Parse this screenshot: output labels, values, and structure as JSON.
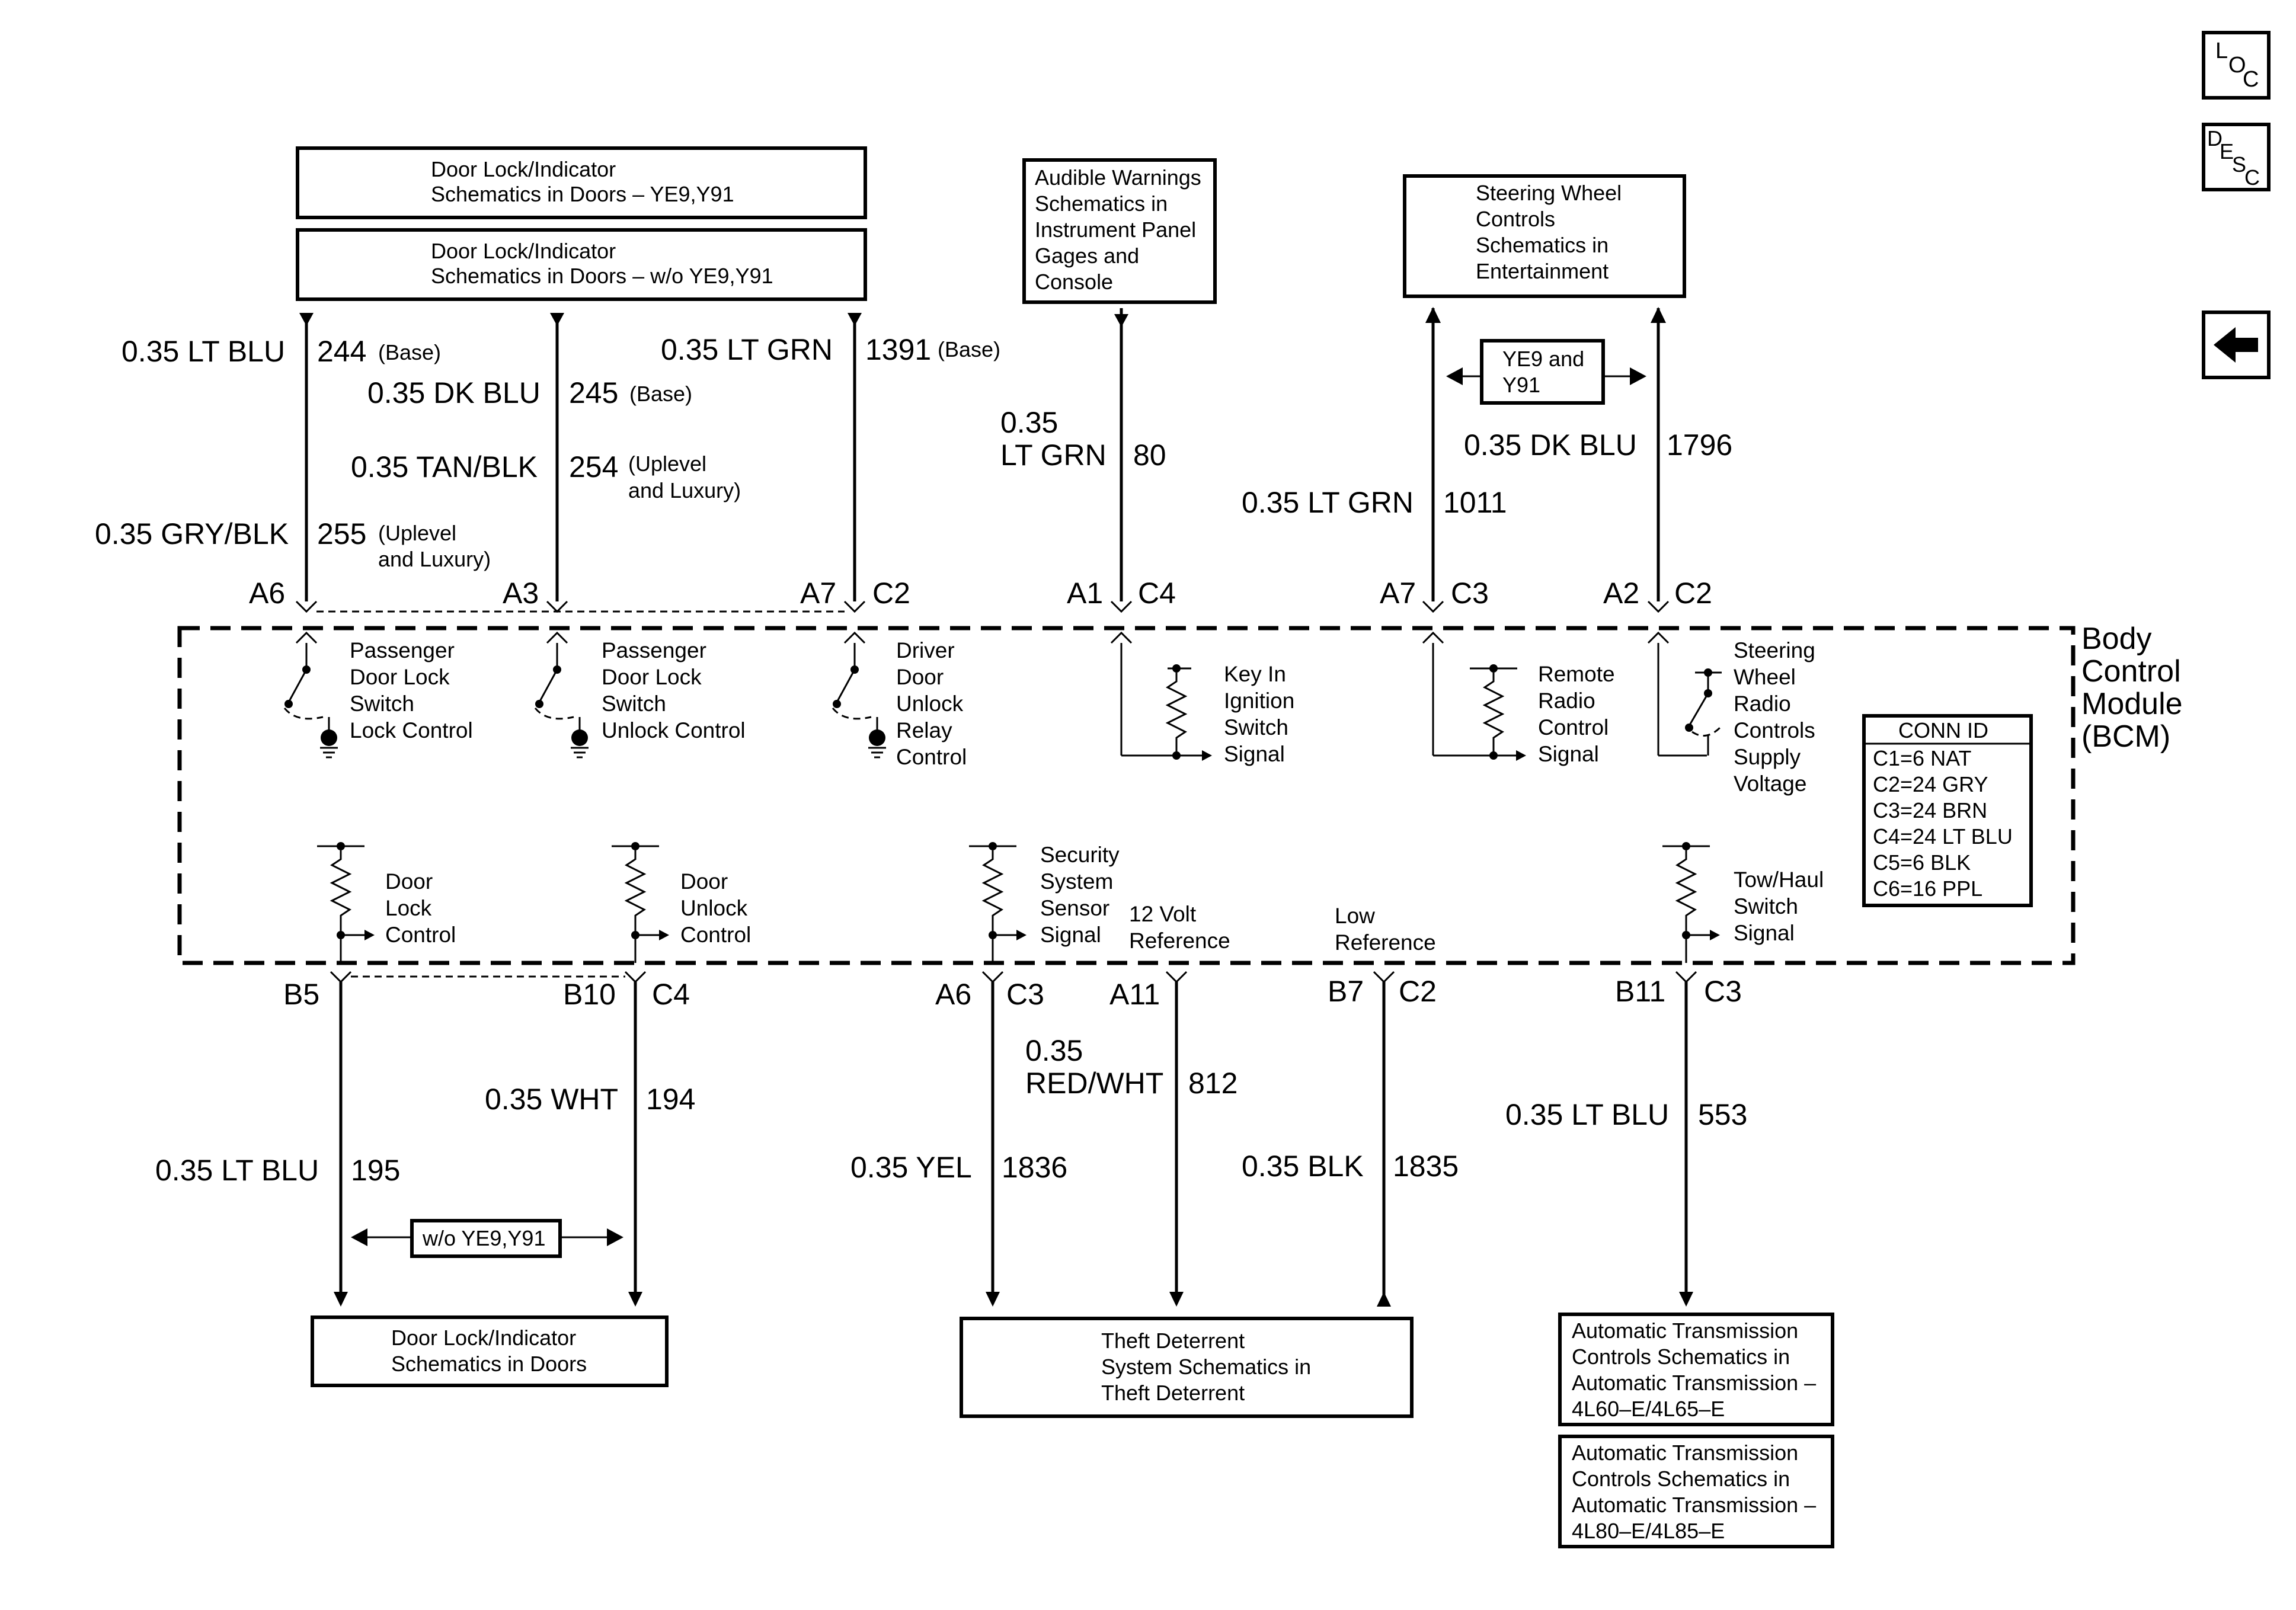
{
  "nav": {
    "loc": {
      "a": "L",
      "b": "O",
      "c": "C"
    },
    "desc": {
      "a": "D",
      "b": "E",
      "c": "S",
      "d": "C"
    }
  },
  "boxes": {
    "door_yes_1": "Door Lock/Indicator",
    "door_yes_2": "Schematics in Doors – YE9,Y91",
    "door_wo_1": "Door Lock/Indicator",
    "door_wo_2": "Schematics in Doors – w/o YE9,Y91",
    "aud_1": "Audible Warnings",
    "aud_2": "Schematics in",
    "aud_3": "Instrument Panel",
    "aud_4": "Gages and",
    "aud_5": "Console",
    "sw_1": "Steering Wheel",
    "sw_2": "Controls",
    "sw_3": "Schematics in",
    "sw_4": "Entertainment",
    "ye9_1": "YE9 and",
    "ye9_2": "Y91",
    "wo_ye9": "w/o YE9,Y91",
    "dl_bottom_1": "Door Lock/Indicator",
    "dl_bottom_2": "Schematics in Doors",
    "theft_1": "Theft Deterrent",
    "theft_2": "System Schematics in",
    "theft_3": "Theft Deterrent",
    "at1_1": "Automatic Transmission",
    "at1_2": "Controls Schematics in",
    "at1_3": "Automatic Transmission –",
    "at1_4": "4L60–E/4L65–E",
    "at2_1": "Automatic Transmission",
    "at2_2": "Controls Schematics in",
    "at2_3": "Automatic Transmission –",
    "at2_4": "4L80–E/4L85–E"
  },
  "wires": {
    "w244_color": "0.35 LT BLU",
    "w244_num": "244",
    "w244_opt": "(Base)",
    "w245_color": "0.35 DK BLU",
    "w245_num": "245",
    "w245_opt": "(Base)",
    "w254_color": "0.35 TAN/BLK",
    "w254_num": "254",
    "w254_opt1": "(Uplevel",
    "w254_opt2": "and Luxury)",
    "w255_color": "0.35 GRY/BLK",
    "w255_num": "255",
    "w255_opt1": "(Uplevel",
    "w255_opt2": "and Luxury)",
    "w1391_color": "0.35 LT GRN",
    "w1391_num": "1391",
    "w1391_opt": "(Base)",
    "w80_color1": "0.35",
    "w80_color2": "LT GRN",
    "w80_num": "80",
    "w1796_color": "0.35 DK BLU",
    "w1796_num": "1796",
    "w1011_color": "0.35 LT GRN",
    "w1011_num": "1011",
    "w194_color": "0.35 WHT",
    "w194_num": "194",
    "w195_color": "0.35 LT BLU",
    "w195_num": "195",
    "w812_color1": "0.35",
    "w812_color2": "RED/WHT",
    "w812_num": "812",
    "w1836_color": "0.35 YEL",
    "w1836_num": "1836",
    "w1835_color": "0.35 BLK",
    "w1835_num": "1835",
    "w553_color": "0.35 LT BLU",
    "w553_num": "553"
  },
  "pins": {
    "a6_top": "A6",
    "a3_top": "A3",
    "a7_top": "A7",
    "c2_top": "C2",
    "a1_top": "A1",
    "c4_top": "C4",
    "a7_c3": "A7",
    "c3_top": "C3",
    "a2_top": "A2",
    "c2_top2": "C2",
    "b5": "B5",
    "b10": "B10",
    "c4_bot": "C4",
    "a6_bot": "A6",
    "c3_bot": "C3",
    "a11": "A11",
    "b7": "B7",
    "c2_bot": "C2",
    "b11": "B11",
    "c3_bot2": "C3"
  },
  "bcm": {
    "l1": "Body",
    "l2": "Control",
    "l3": "Module",
    "l4": "(BCM)"
  },
  "circuits": {
    "pdl_1": "Passenger",
    "pdl_2": "Door Lock",
    "pdl_3": "Switch",
    "pdl_4": "Lock Control",
    "pdu_1": "Passenger",
    "pdu_2": "Door Lock",
    "pdu_3": "Switch",
    "pdu_4": "Unlock Control",
    "ddu_1": "Driver",
    "ddu_2": "Door",
    "ddu_3": "Unlock",
    "ddu_4": "Relay",
    "ddu_5": "Control",
    "key_1": "Key In",
    "key_2": "Ignition",
    "key_3": "Switch",
    "key_4": "Signal",
    "rrc_1": "Remote",
    "rrc_2": "Radio",
    "rrc_3": "Control",
    "rrc_4": "Signal",
    "swr_1": "Steering",
    "swr_2": "Wheel",
    "swr_3": "Radio",
    "swr_4": "Controls",
    "swr_5": "Supply",
    "swr_6": "Voltage",
    "dlc_1": "Door",
    "dlc_2": "Lock",
    "dlc_3": "Control",
    "duc_1": "Door",
    "duc_2": "Unlock",
    "duc_3": "Control",
    "sec_1": "Security",
    "sec_2": "System",
    "sec_3": "Sensor",
    "sec_4": "Signal",
    "v12_1": "12 Volt",
    "v12_2": "Reference",
    "low_1": "Low",
    "low_2": "Reference",
    "tow_1": "Tow/Haul",
    "tow_2": "Switch",
    "tow_3": "Signal"
  },
  "conn": {
    "title": "CONN ID",
    "items": [
      "C1=6 NAT",
      "C2=24 GRY",
      "C3=24 BRN",
      "C4=24 LT BLU",
      "C5=6 BLK",
      "C6=16 PPL"
    ]
  }
}
